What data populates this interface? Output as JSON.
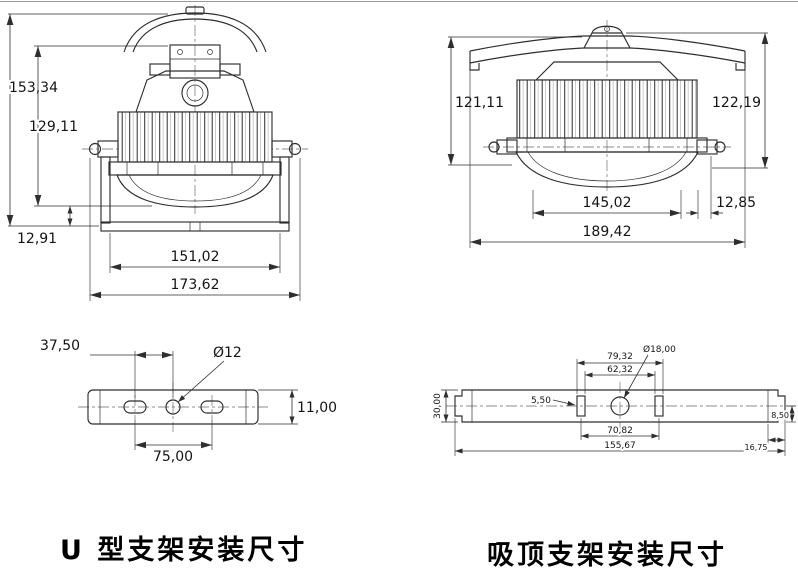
{
  "captions": {
    "u_bracket": "U 型支架安装尺寸",
    "ceiling_bracket": "吸顶支架安装尺寸"
  },
  "u_view": {
    "total_height": "153,34",
    "body_height": "129,11",
    "bottom_offset": "12,91",
    "inner_width": "151,02",
    "outer_width": "173,62"
  },
  "u_plate": {
    "hole_offset": "37,50",
    "hole_diameter": "Ø12",
    "plate_height": "11,00",
    "hole_spacing": "75,00"
  },
  "ceiling_view": {
    "left_height": "121,11",
    "right_height": "122,19",
    "inner_width": "145,02",
    "edge_offset": "12,85",
    "outer_width": "189,42"
  },
  "ceiling_plate": {
    "outer_slot_span": "79,32",
    "inner_slot_span": "62,32",
    "hole_diameter": "Ø18,00",
    "slot_width": "5,50",
    "plate_width": "30,00",
    "slot_center_span": "70,82",
    "total_length": "155,67",
    "end_offset": "16,75",
    "edge_offset": "8,50"
  }
}
